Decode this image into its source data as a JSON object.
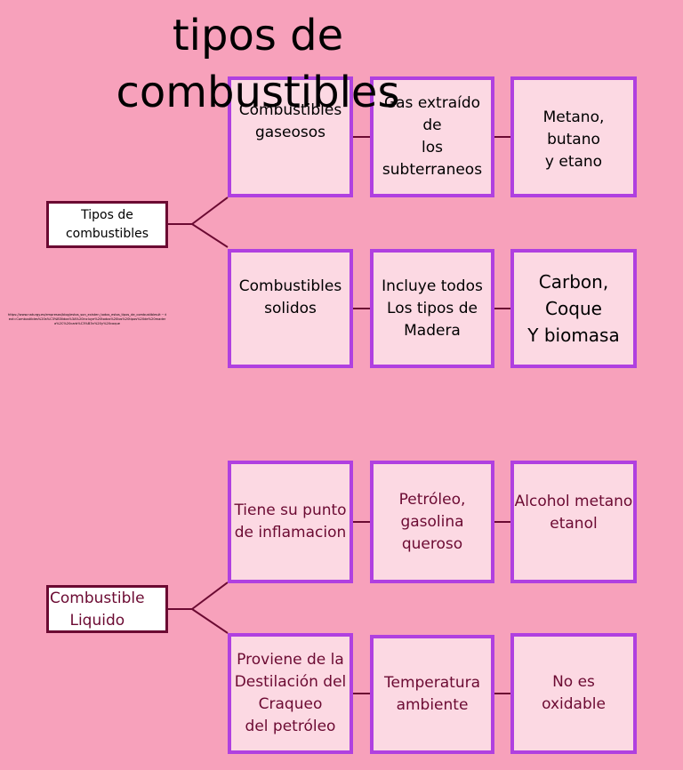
{
  "title": "tipos de\ncombustibles",
  "source_url": "https://www.naturgy.es/empresas/blog/estos_son_existen_todos_estos_tipos_de_combustibles#:~:text=Combustibles%20s%C3%B3lidos%3A%20incluye%20todos%20los%20tipos%20de%20madera%2C%20carb%C3%B3n%20y%20coque",
  "diagrams": [
    {
      "root": "Tipos de\ncombustibles",
      "branches": [
        {
          "nodes": [
            "Combustibles\ngaseosos",
            "Gas extraído de\nlos\nsubterraneos",
            "Metano, butano\ny etano"
          ]
        },
        {
          "nodes": [
            "Combustibles\nsolidos",
            "Incluye todos\nLos tipos de\nMadera",
            "Carbon,\nCoque\nY biomasa"
          ]
        }
      ]
    },
    {
      "root": "Combustible\nLiquido",
      "branches": [
        {
          "nodes": [
            "Tiene su punto\nde inflamacion",
            "Petróleo,\ngasolina\nqueroso",
            "Alcohol metano\netanol"
          ]
        },
        {
          "nodes": [
            "Proviene de la\nDestilación del\nCraqueo\ndel petróleo",
            "Temperatura\nambiente",
            "No es\noxidable"
          ]
        }
      ]
    }
  ]
}
